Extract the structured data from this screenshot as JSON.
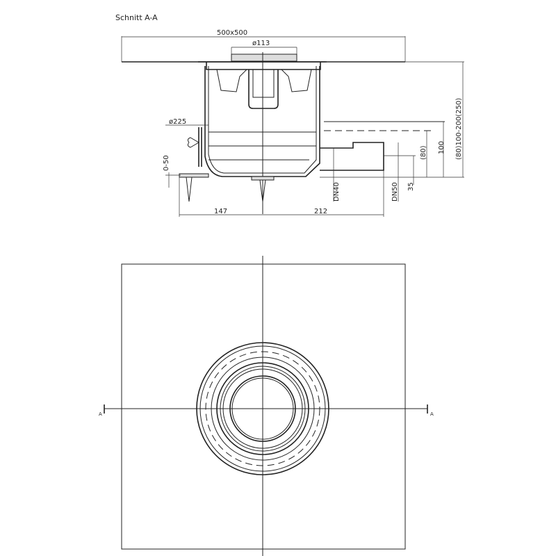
{
  "title": "Schnitt A-A",
  "section": {
    "plate_size": "500x500",
    "grate_diameter": "ø113",
    "body_diameter": "ø225",
    "adjust_range": "0-50",
    "outlet_dn40": "DN40",
    "outlet_dn50": "DN50",
    "dim_35": "35",
    "dim_80": "(80)",
    "dim_100": "100",
    "dim_height": "(80)100-200(250)",
    "dim_147": "147",
    "dim_212": "212"
  },
  "plan": {
    "section_mark_left": "A",
    "section_mark_right": "A"
  }
}
